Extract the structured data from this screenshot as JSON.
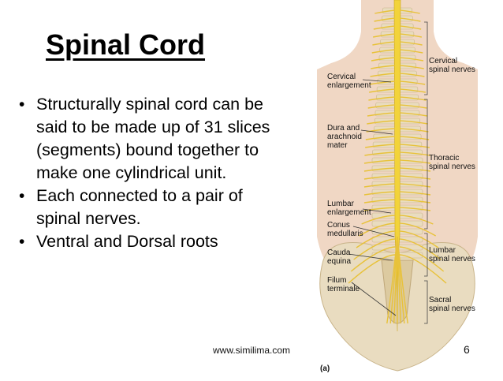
{
  "slide": {
    "title": "Spinal Cord",
    "bullets": [
      "Structurally spinal cord can be said to be made up of 31 slices (segments) bound together to make one cylindrical unit.",
      "Each connected to a pair of spinal nerves.",
      "Ventral and Dorsal roots"
    ],
    "footer_url": "www.similima.com",
    "page_number": "6"
  },
  "figure": {
    "left_labels": {
      "cervical_enlargement": "Cervical\nenlargement",
      "dura_arachnoid": "Dura and\narachnoid\nmater",
      "lumbar_enlargement": "Lumbar\nenlargement",
      "conus_medullaris": "Conus\nmedullaris",
      "cauda_equina": "Cauda\nequina",
      "filum_terminale": "Filum\nterminale"
    },
    "right_labels": {
      "cervical_nerves": "Cervical\nspinal nerves",
      "thoracic_nerves": "Thoracic\nspinal nerves",
      "lumbar_nerves": "Lumbar\nspinal nerves",
      "sacral_nerves": "Sacral\nspinal nerves"
    },
    "panel_letter": "(a)",
    "colors": {
      "skin": "#f0d7c4",
      "bone": "#e9dcc0",
      "cord": "#f2d33a",
      "nerve": "#e8c23a"
    }
  }
}
